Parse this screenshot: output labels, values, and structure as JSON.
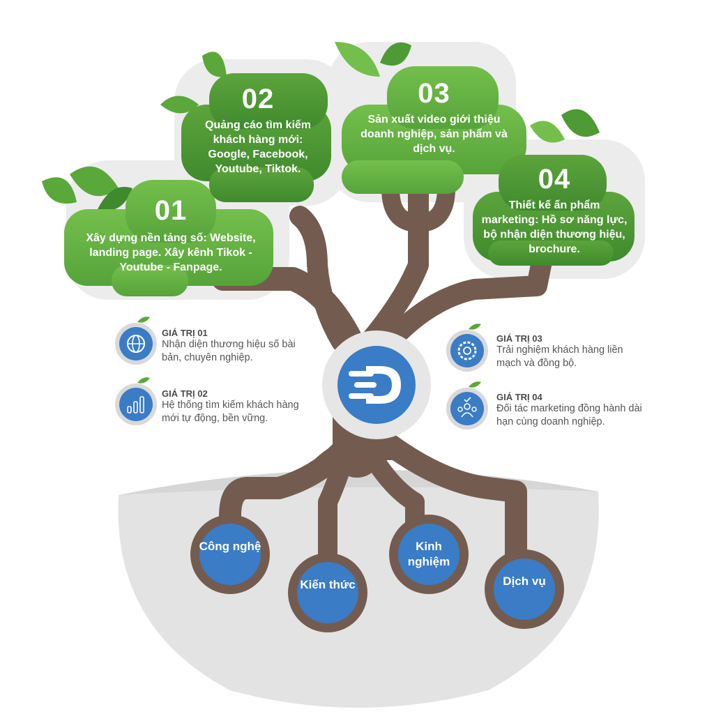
{
  "cards": [
    {
      "number": "01",
      "text": "Xây dựng nền tảng số: Website, landing page. Xây kênh Tikok - Youtube - Fanpage."
    },
    {
      "number": "02",
      "text": "Quảng cáo tìm kiếm khách hàng mới: Google, Facebook, Youtube, Tiktok."
    },
    {
      "number": "03",
      "text": "Sản xuất video giới thiệu doanh nghiệp, sản phẩm và dịch vụ."
    },
    {
      "number": "04",
      "text": "Thiết kế ấn phẩm marketing: Hồ sơ năng lực, bộ nhận diện thương hiệu, brochure."
    }
  ],
  "values": [
    {
      "title": "GIÁ TRỊ 01",
      "desc": "Nhận diện thương hiệu số bài bản, chuyên nghiệp.",
      "icon": "globe-icon"
    },
    {
      "title": "GIÁ TRỊ 02",
      "desc": "Hệ thống tìm kiếm khách hàng mới tự động, bền vững.",
      "icon": "bar-chart-icon"
    },
    {
      "title": "GIÁ TRỊ 03",
      "desc": "Trải nghiệm khách hàng liền mạch và đồng bộ.",
      "icon": "gear-icon"
    },
    {
      "title": "GIÁ TRỊ 04",
      "desc": "Đối tác marketing đồng hành dài hạn cùng doanh nghiệp.",
      "icon": "team-icon"
    }
  ],
  "roots": [
    {
      "label": "Công nghệ"
    },
    {
      "label": "Kiến thức"
    },
    {
      "label": "Kinh nghiệm"
    },
    {
      "label": "Dịch vụ"
    }
  ],
  "logo": {
    "icon": "brand-d-logo-icon"
  },
  "colors": {
    "leaf_dark": "#4e9a35",
    "leaf_light": "#6ab845",
    "trunk": "#735c4f",
    "circle_blue": "#3a7cc6",
    "ground": "#e4e4e4"
  }
}
